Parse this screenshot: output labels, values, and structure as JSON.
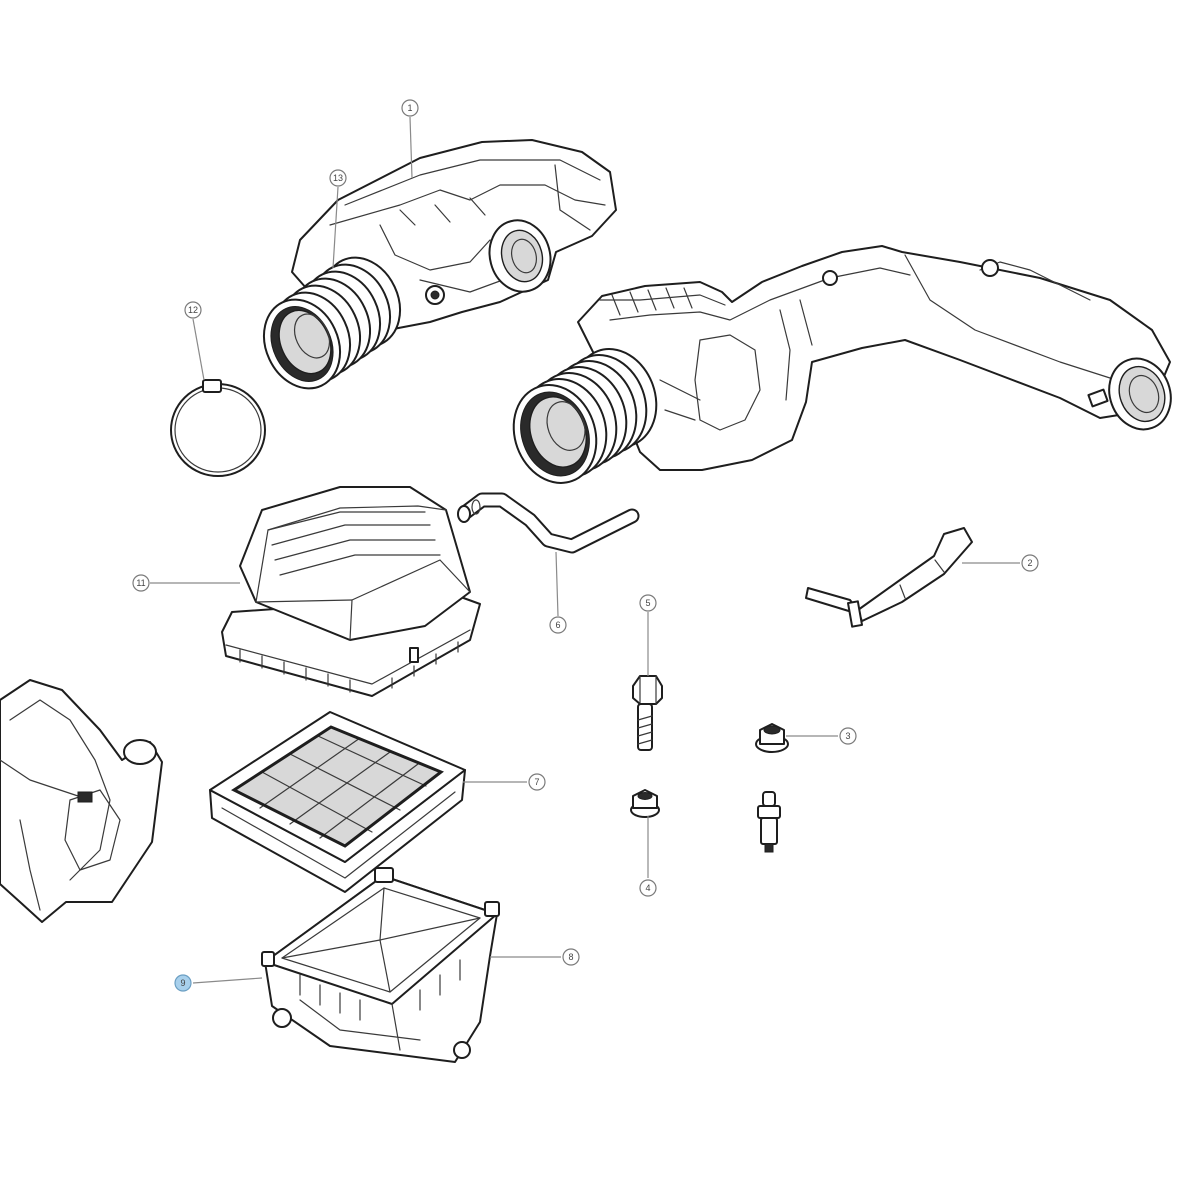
{
  "callouts": {
    "c1": "1",
    "c13": "13",
    "c12": "12",
    "c11": "11",
    "c6": "6",
    "c2": "2",
    "c5": "5",
    "c3": "3",
    "c4": "4",
    "c7": "7",
    "c8": "8",
    "c9": "9"
  },
  "colors": {
    "line": "#1e1e1e",
    "leader": "#8a8a8a",
    "selected_callout": "#a8d0ec"
  }
}
